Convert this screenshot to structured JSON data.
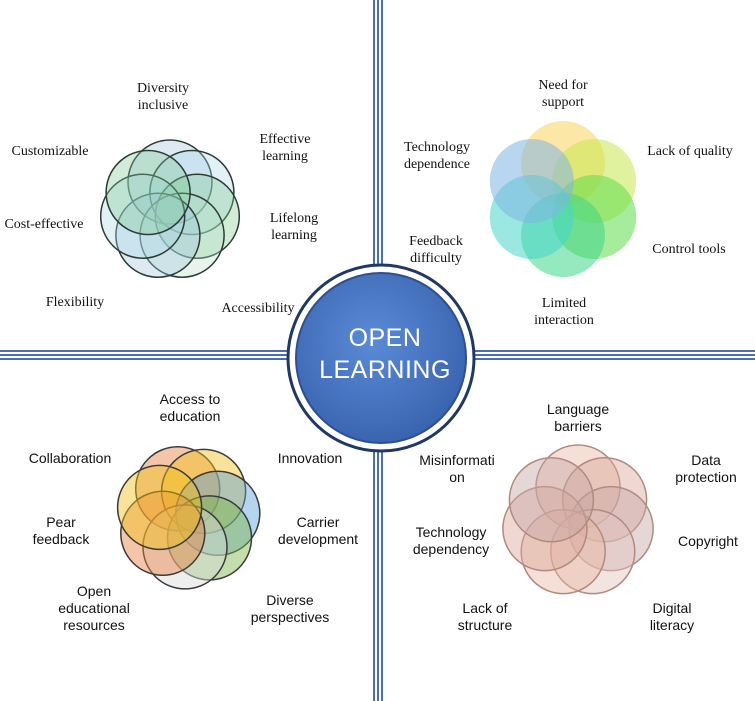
{
  "center": {
    "line1": "OPEN",
    "line2": "LEARNING"
  },
  "quadrants": {
    "top_left": {
      "labels": [
        {
          "lines": [
            "Diversity",
            "inclusive"
          ]
        },
        {
          "lines": [
            "Effective",
            "learning"
          ]
        },
        {
          "lines": [
            "Customizable"
          ]
        },
        {
          "lines": [
            "Lifelong",
            "learning"
          ]
        },
        {
          "lines": [
            "Cost-effective"
          ]
        },
        {
          "lines": [
            "Flexibility"
          ]
        },
        {
          "lines": [
            "Accessibility"
          ]
        }
      ]
    },
    "top_right": {
      "labels": [
        {
          "lines": [
            "Need for",
            "support"
          ]
        },
        {
          "lines": [
            "Technology",
            "dependence"
          ]
        },
        {
          "lines": [
            "Lack of quality"
          ]
        },
        {
          "lines": [
            "Control tools"
          ]
        },
        {
          "lines": [
            "Feedback",
            "difficulty"
          ]
        },
        {
          "lines": [
            "Limited",
            "interaction"
          ]
        }
      ]
    },
    "bottom_left": {
      "labels": [
        {
          "lines": [
            "Access to",
            "education"
          ]
        },
        {
          "lines": [
            "Collaboration"
          ]
        },
        {
          "lines": [
            "Innovation"
          ]
        },
        {
          "lines": [
            "Pear",
            "feedback"
          ]
        },
        {
          "lines": [
            "Carrier",
            "development"
          ]
        },
        {
          "lines": [
            "Open",
            "educational",
            "resources"
          ]
        },
        {
          "lines": [
            "Diverse",
            "perspectives"
          ]
        }
      ]
    },
    "bottom_right": {
      "labels": [
        {
          "lines": [
            "Language",
            "barriers"
          ]
        },
        {
          "lines": [
            "Misinformati",
            "on"
          ]
        },
        {
          "lines": [
            "Data",
            "protection"
          ]
        },
        {
          "lines": [
            "Technology",
            "dependency"
          ]
        },
        {
          "lines": [
            "Copyright"
          ]
        },
        {
          "lines": [
            "Lack of",
            "structure"
          ]
        },
        {
          "lines": [
            "Digital",
            "literacy"
          ]
        }
      ]
    }
  },
  "colors": {
    "divider": "#4a6fb0",
    "hub_fill": "#4472c4",
    "hub_ring": "#1f3864",
    "top_left_petals": [
      "#9fc2e0",
      "#a9d8e6",
      "#7fc98f",
      "#b7e0c8"
    ],
    "top_right_petals": [
      "#f9d45c",
      "#c7e84c",
      "#5fdc4a",
      "#3fd68a",
      "#47d6c9",
      "#7fb4e6"
    ],
    "bottom_left_petals": [
      "#e77e3f",
      "#f2c11a",
      "#5aa0d8",
      "#7ab648",
      "#d9d9d9"
    ],
    "bottom_right_petals": [
      "#e8b8a4",
      "#d9a89a",
      "#c8a6a6",
      "#e2c4bc"
    ]
  }
}
